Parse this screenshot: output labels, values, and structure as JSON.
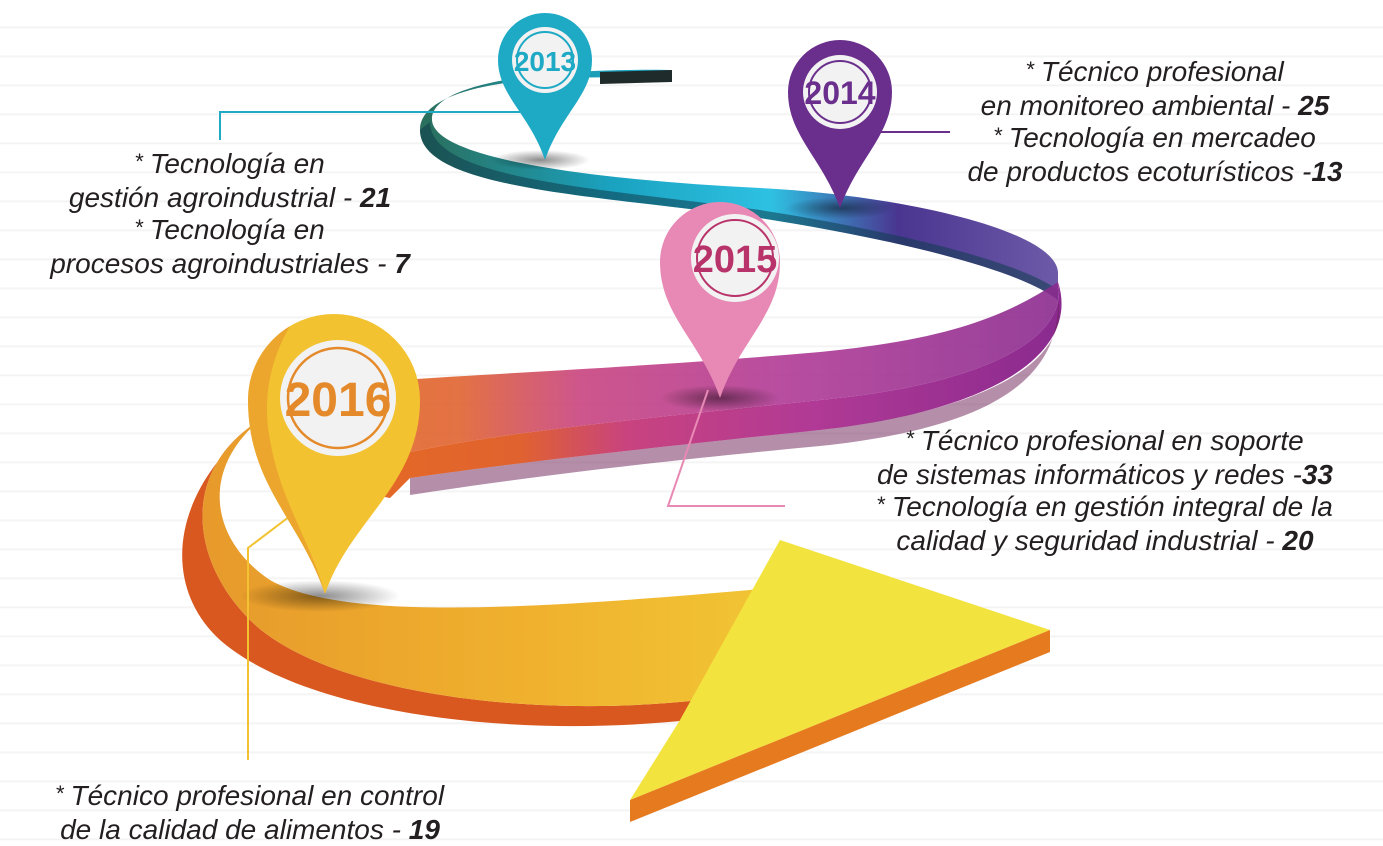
{
  "milestones": [
    {
      "year": "2013",
      "color": "#1ea9c5",
      "items": [
        {
          "text": "Tecnología en",
          "line2": "gestión agroindustrial - ",
          "num": "21"
        },
        {
          "text": "Tecnología en",
          "line2": "procesos agroindustriales - ",
          "num": "7"
        }
      ]
    },
    {
      "year": "2014",
      "color": "#6a2f8d",
      "items": [
        {
          "text": "Técnico profesional",
          "line2": "en monitoreo ambiental - ",
          "num": "25"
        },
        {
          "text": "Tecnología en mercadeo",
          "line2": "de productos ecoturísticos -",
          "num": "13"
        }
      ]
    },
    {
      "year": "2015",
      "color": "#e889b5",
      "items": [
        {
          "text": "Técnico profesional en soporte",
          "line2": "de sistemas informáticos y redes -",
          "num": "33"
        },
        {
          "text": "Tecnología en gestión integral de la",
          "line2": "calidad y seguridad industrial - ",
          "num": "20"
        }
      ]
    },
    {
      "year": "2016",
      "color": "#f2c230",
      "items": [
        {
          "text": "Técnico profesional en control",
          "line2": "de la calidad de alimentos - ",
          "num": "19"
        }
      ]
    }
  ]
}
